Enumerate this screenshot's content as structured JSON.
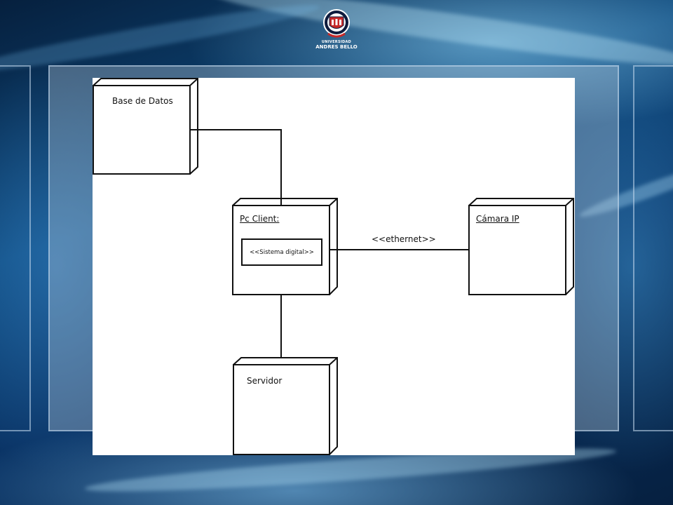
{
  "header": {
    "logo": {
      "line1": "UNIVERSIDAD",
      "line2": "ANDRES BELLO",
      "colors": {
        "shield": "#c62828",
        "ring": "#ffffff",
        "navy": "#0d1b3d"
      }
    }
  },
  "diagram": {
    "type": "UML deployment diagram",
    "nodes": {
      "base_de_datos": {
        "label": "Base de Datos",
        "underlined": false
      },
      "pc_client": {
        "label": "Pc Client:",
        "underlined": true,
        "component": {
          "label": "<<Sistema digital>>"
        }
      },
      "camara_ip": {
        "label": "Cámara IP",
        "underlined": true
      },
      "servidor": {
        "label": "Servidor",
        "underlined": false
      }
    },
    "connections": [
      {
        "from": "base_de_datos",
        "to": "pc_client",
        "label": ""
      },
      {
        "from": "pc_client",
        "to": "camara_ip",
        "label": "<<ethernet>>"
      },
      {
        "from": "pc_client",
        "to": "servidor",
        "label": ""
      }
    ],
    "colors": {
      "stroke": "#111111",
      "fill": "#ffffff"
    }
  }
}
